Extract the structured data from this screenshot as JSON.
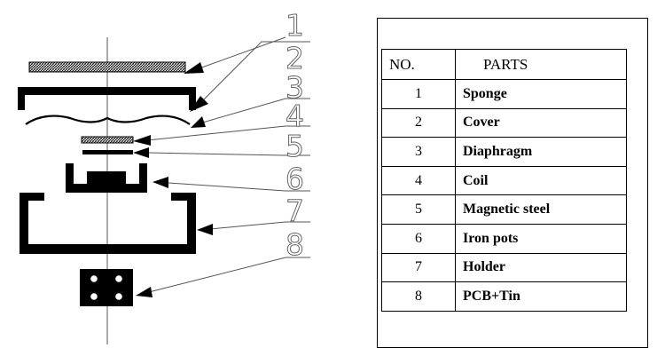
{
  "diagram": {
    "callout_numbers": [
      "1",
      "2",
      "3",
      "4",
      "5",
      "6",
      "7",
      "8"
    ],
    "parts": [
      "sponge",
      "cover",
      "diaphragm",
      "coil",
      "magnetic-steel",
      "iron-pots",
      "holder",
      "pcb-tin"
    ]
  },
  "table": {
    "header_no": "NO.",
    "header_parts": "PARTS",
    "rows": [
      {
        "no": "1",
        "part": "Sponge"
      },
      {
        "no": "2",
        "part": "Cover"
      },
      {
        "no": "3",
        "part": "Diaphragm"
      },
      {
        "no": "4",
        "part": "Coil"
      },
      {
        "no": "5",
        "part": "Magnetic steel"
      },
      {
        "no": "6",
        "part": "Iron pots"
      },
      {
        "no": "7",
        "part": "Holder"
      },
      {
        "no": "8",
        "part": "PCB+Tin"
      }
    ]
  }
}
